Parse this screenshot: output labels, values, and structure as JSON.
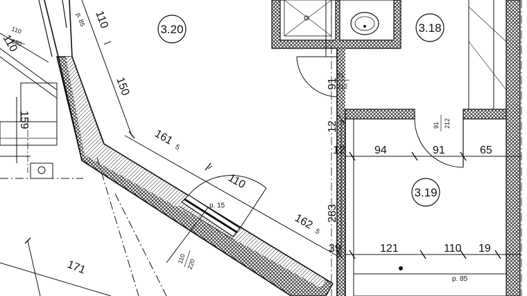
{
  "rooms": [
    {
      "id": "3.20"
    },
    {
      "id": "3.18"
    },
    {
      "id": "3.19"
    }
  ],
  "dimensions": {
    "d_110_top": "110",
    "d_150": "150",
    "d_161": "161",
    "d_161_sup": "5",
    "d_110_mid": "110",
    "d_162": "162",
    "d_162_sup": "5",
    "d_171": "171",
    "d_159": "159",
    "d_91_left": "91",
    "d_12_left": "12",
    "d_283": "283",
    "d_39": "39",
    "d_12": "12",
    "d_94": "94",
    "d_91": "91",
    "d_65": "65",
    "d_121": "121",
    "d_110_bot": "110",
    "d_19": "19",
    "d_110_left": "110"
  },
  "small_labels": {
    "p85_top": "p. 85",
    "p85_bot": "p. 85",
    "p15": "p. 15",
    "frac_110_150_num": "110",
    "frac_110_150_den": "150",
    "frac_91_212_num": "91",
    "frac_91_212_den": "212",
    "frac_91_212b_num": "91",
    "frac_91_212b_den": "212",
    "frac_110_220_num": "110",
    "frac_110_220_den": "220"
  }
}
